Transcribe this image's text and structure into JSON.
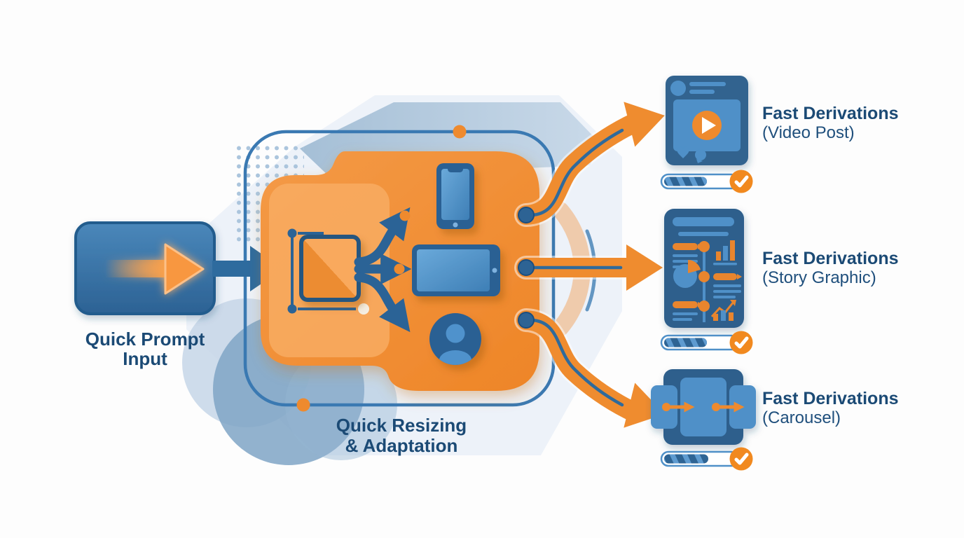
{
  "diagram": {
    "input": {
      "label_line1": "Quick Prompt",
      "label_line2": "Input",
      "icon": "orange-right-arrow"
    },
    "process": {
      "label_line1": "Quick Resizing",
      "label_line2": "& Adaptation",
      "icons": [
        "selection-square",
        "smartphone",
        "tablet",
        "user-avatar"
      ]
    },
    "outputs": [
      {
        "title": "Fast Derivations",
        "subtitle": "(Video Post)",
        "card_icon": "video-post-card",
        "progress_fraction": 0.6,
        "status_icon": "checkmark"
      },
      {
        "title": "Fast Derivations",
        "subtitle": "(Story Graphic)",
        "card_icon": "story-graphic-card",
        "progress_fraction": 0.6,
        "status_icon": "checkmark"
      },
      {
        "title": "Fast Derivations",
        "subtitle": "(Carousel)",
        "card_icon": "carousel-card",
        "progress_fraction": 0.62,
        "status_icon": "checkmark"
      }
    ],
    "colors": {
      "orange": "#EF8C2F",
      "orange_light": "#F8AB61",
      "blue_dark": "#2B6193",
      "blue_card": "#2E5F8C",
      "blue_light": "#4F90C8",
      "navy_text": "#1B4A75",
      "outline_blue": "#3A79B2"
    }
  }
}
